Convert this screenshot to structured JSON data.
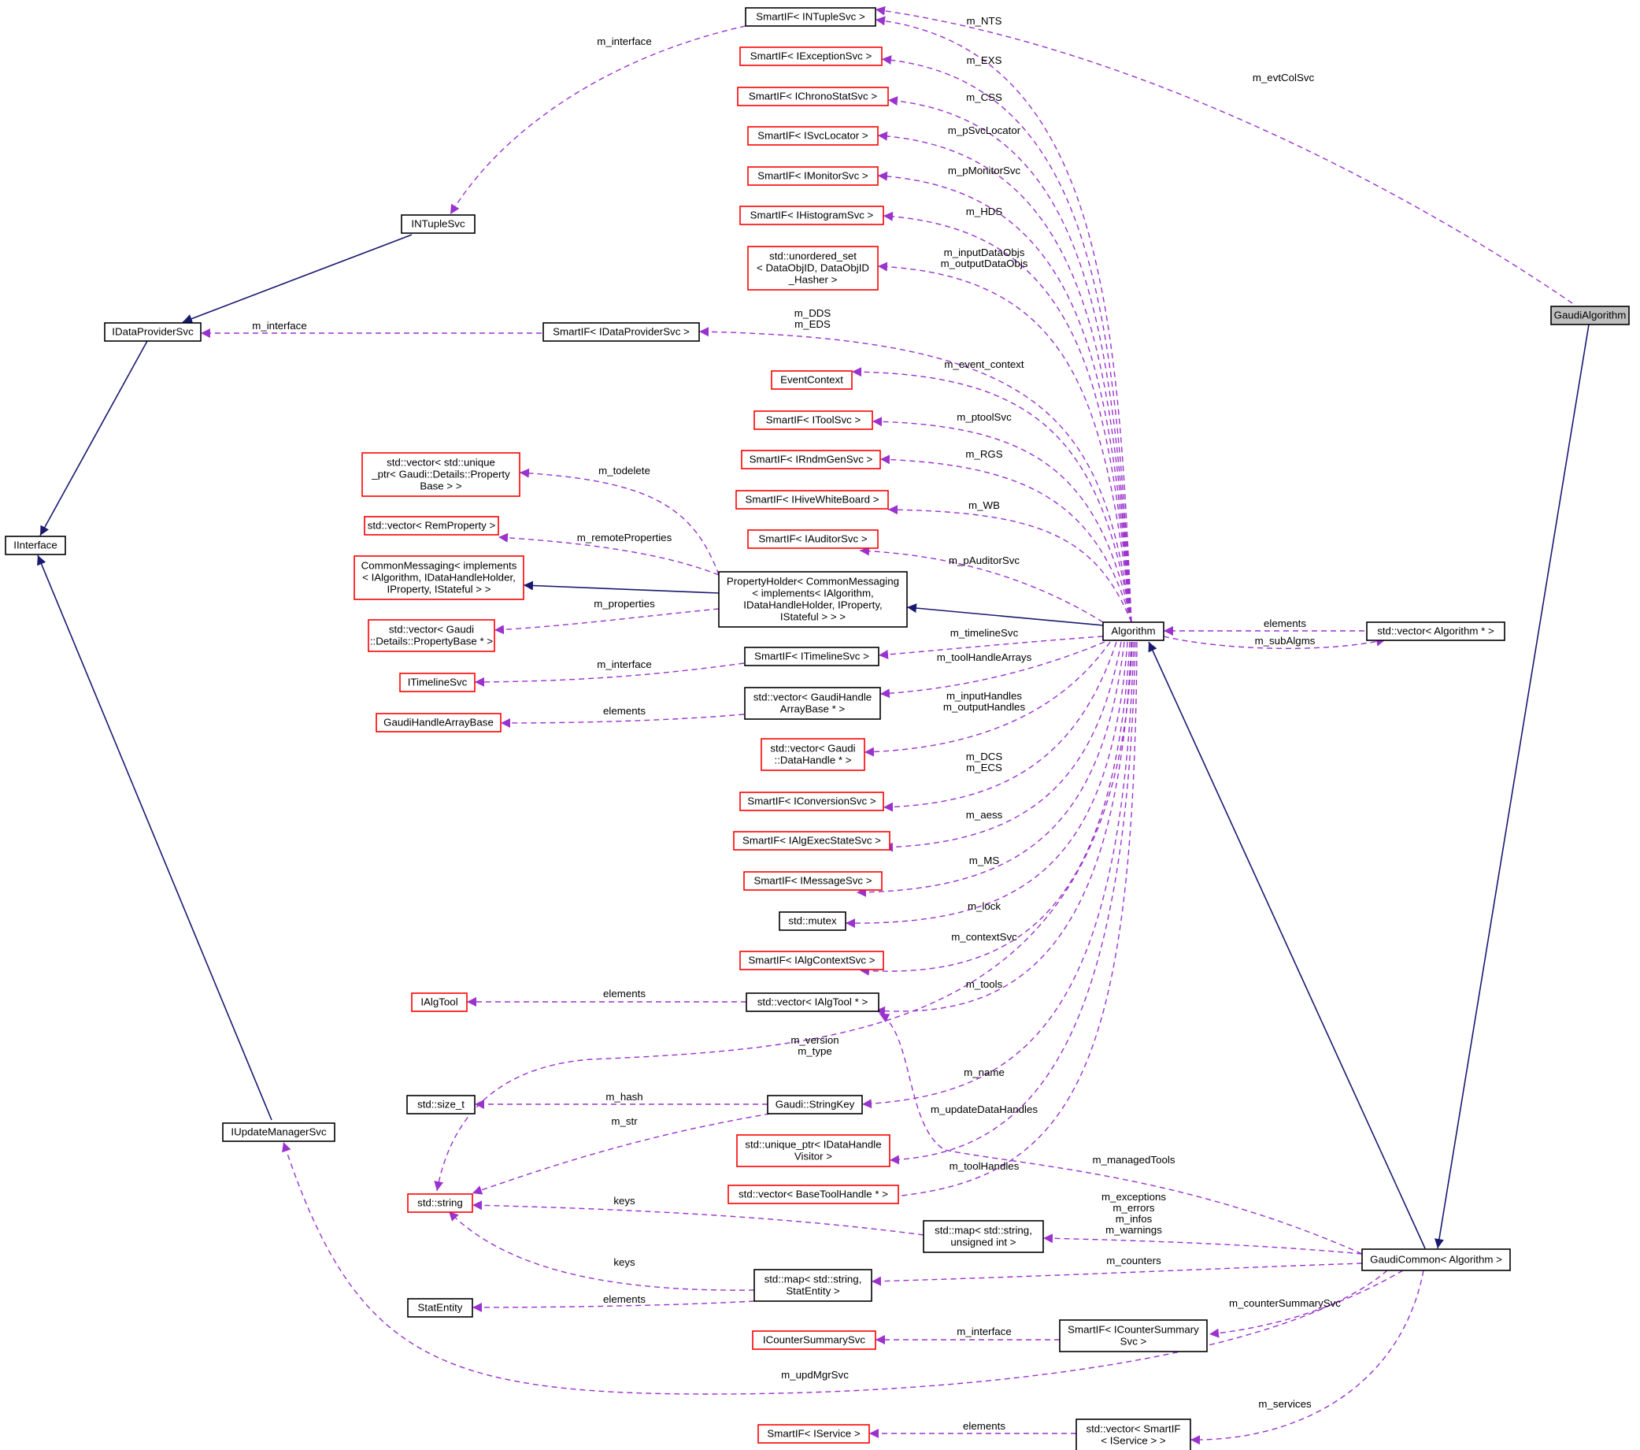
{
  "colors": {
    "inherit": "#191970",
    "usage": "#9a32cd",
    "root_fill": "#bfbfbf",
    "class_border": "#000000",
    "undocumented_border": "#ff0000"
  },
  "nodes": {
    "gaudialgorithm": [
      "GaudiAlgorithm"
    ],
    "intuplesvc_sif": [
      "SmartIF< INTupleSvc >"
    ],
    "iexception_sif": [
      "SmartIF< IExceptionSvc >"
    ],
    "ichrono_sif": [
      "SmartIF< IChronoStatSvc >"
    ],
    "isvclocator_sif": [
      "SmartIF< ISvcLocator >"
    ],
    "imonitor_sif": [
      "SmartIF< IMonitorSvc >"
    ],
    "ihistogram_sif": [
      "SmartIF< IHistogramSvc >"
    ],
    "unordered_set": [
      "std::unordered_set",
      "< DataObjID, DataObjID",
      "_Hasher >"
    ],
    "idataprovider_sif": [
      "SmartIF< IDataProviderSvc >"
    ],
    "eventcontext": [
      "EventContext"
    ],
    "itool_sif": [
      "SmartIF< IToolSvc >"
    ],
    "irndm_sif": [
      "SmartIF< IRndmGenSvc >"
    ],
    "ihive_sif": [
      "SmartIF< IHiveWhiteBoard >"
    ],
    "iauditor_sif": [
      "SmartIF< IAuditorSvc >"
    ],
    "intuplesvc": [
      "INTupleSvc"
    ],
    "idataprovidersvc": [
      "IDataProviderSvc"
    ],
    "iinterface": [
      "IInterface"
    ],
    "vec_unique_ptr": [
      "std::vector< std::unique",
      "_ptr< Gaudi::Details::Property",
      "Base > >"
    ],
    "vec_remprop": [
      "std::vector< RemProperty >"
    ],
    "commonmessaging": [
      "CommonMessaging< implements",
      "< IAlgorithm, IDataHandleHolder,",
      "IProperty, IStateful > >"
    ],
    "vec_propbase": [
      "std::vector< Gaudi",
      "::Details::PropertyBase * >"
    ],
    "propertyholder": [
      "PropertyHolder< CommonMessaging",
      "< implements< IAlgorithm,",
      "IDataHandleHolder, IProperty,",
      "IStateful > > >"
    ],
    "algorithm": [
      "Algorithm"
    ],
    "vec_algorithm": [
      "std::vector< Algorithm * >"
    ],
    "itimeline_sif": [
      "SmartIF< ITimelineSvc >"
    ],
    "itimelinesvc": [
      "ITimelineSvc"
    ],
    "vec_handlearray": [
      "std::vector< GaudiHandle",
      "ArrayBase * >"
    ],
    "gaudihandlearraybase": [
      "GaudiHandleArrayBase"
    ],
    "vec_datahandle": [
      "std::vector< Gaudi",
      "::DataHandle * >"
    ],
    "iconversion_sif": [
      "SmartIF< IConversionSvc >"
    ],
    "ialgexec_sif": [
      "SmartIF< IAlgExecStateSvc >"
    ],
    "imessage_sif": [
      "SmartIF< IMessageSvc >"
    ],
    "mutex": [
      "std::mutex"
    ],
    "ialgcontext_sif": [
      "SmartIF< IAlgContextSvc >"
    ],
    "ialgtool": [
      "IAlgTool"
    ],
    "vec_ialgtool": [
      "std::vector< IAlgTool * >"
    ],
    "size_t": [
      "std::size_t"
    ],
    "stringkey": [
      "Gaudi::StringKey"
    ],
    "iupdatemanagersvc": [
      "IUpdateManagerSvc"
    ],
    "unique_ptr_visitor": [
      "std::unique_ptr< IDataHandle",
      "Visitor >"
    ],
    "string": [
      "std::string"
    ],
    "vec_basetoolhandle": [
      "std::vector< BaseToolHandle * >"
    ],
    "map_uint": [
      "std::map< std::string,",
      "unsigned int >"
    ],
    "gaudicommon": [
      "GaudiCommon< Algorithm >"
    ],
    "statentity": [
      "StatEntity"
    ],
    "map_statentity": [
      "std::map< std::string,",
      "StatEntity >"
    ],
    "icountersummarysvc": [
      "ICounterSummarySvc"
    ],
    "icountersummary_sif": [
      "SmartIF< ICounterSummary",
      "Svc >"
    ],
    "iservice_sif": [
      "SmartIF< IService >"
    ],
    "vec_iservice": [
      "std::vector< SmartIF",
      "< IService > >"
    ]
  },
  "labels": {
    "m_interface_1": [
      "m_interface"
    ],
    "m_evtColSvc": [
      "m_evtColSvc"
    ],
    "m_NTS": [
      "m_NTS"
    ],
    "m_EXS": [
      "m_EXS"
    ],
    "m_CSS": [
      "m_CSS"
    ],
    "m_pSvcLocator": [
      "m_pSvcLocator"
    ],
    "m_pMonitorSvc": [
      "m_pMonitorSvc"
    ],
    "m_HDS": [
      "m_HDS"
    ],
    "m_dataObjs": [
      "m_inputDataObjs",
      "m_outputDataObjs"
    ],
    "m_interface_2": [
      "m_interface"
    ],
    "m_DDS_EDS": [
      "m_DDS",
      "m_EDS"
    ],
    "m_event_context": [
      "m_event_context"
    ],
    "m_ptoolSvc": [
      "m_ptoolSvc"
    ],
    "m_RGS": [
      "m_RGS"
    ],
    "m_todelete": [
      "m_todelete"
    ],
    "m_WB": [
      "m_WB"
    ],
    "m_remoteProperties": [
      "m_remoteProperties"
    ],
    "m_pAuditorSvc": [
      "m_pAuditorSvc"
    ],
    "m_properties": [
      "m_properties"
    ],
    "elements_alg": [
      "elements"
    ],
    "m_subAlgms": [
      "m_subAlgms"
    ],
    "m_timelineSvc": [
      "m_timelineSvc"
    ],
    "m_interface_3": [
      "m_interface"
    ],
    "m_toolHandleArrays": [
      "m_toolHandleArrays"
    ],
    "elements_handle": [
      "elements"
    ],
    "m_handles": [
      "m_inputHandles",
      "m_outputHandles"
    ],
    "m_DCS_ECS": [
      "m_DCS",
      "m_ECS"
    ],
    "m_aess": [
      "m_aess"
    ],
    "m_MS": [
      "m_MS"
    ],
    "m_lock": [
      "m_lock"
    ],
    "m_contextSvc": [
      "m_contextSvc"
    ],
    "m_tools": [
      "m_tools"
    ],
    "elements_tool": [
      "elements"
    ],
    "m_version_type": [
      "m_version",
      "m_type"
    ],
    "m_name": [
      "m_name"
    ],
    "m_hash": [
      "m_hash"
    ],
    "m_str": [
      "m_str"
    ],
    "m_updateDataHandles": [
      "m_updateDataHandles"
    ],
    "m_managedTools": [
      "m_managedTools"
    ],
    "m_toolHandles": [
      "m_toolHandles"
    ],
    "keys_1": [
      "keys"
    ],
    "m_msgs": [
      "m_exceptions",
      "m_errors",
      "m_infos",
      "m_warnings"
    ],
    "keys_2": [
      "keys"
    ],
    "m_counters": [
      "m_counters"
    ],
    "elements_stat": [
      "elements"
    ],
    "m_counterSummarySvc": [
      "m_counterSummarySvc"
    ],
    "m_interface_4": [
      "m_interface"
    ],
    "m_updMgrSvc": [
      "m_updMgrSvc"
    ],
    "m_services": [
      "m_services"
    ],
    "elements_svc": [
      "elements"
    ]
  }
}
